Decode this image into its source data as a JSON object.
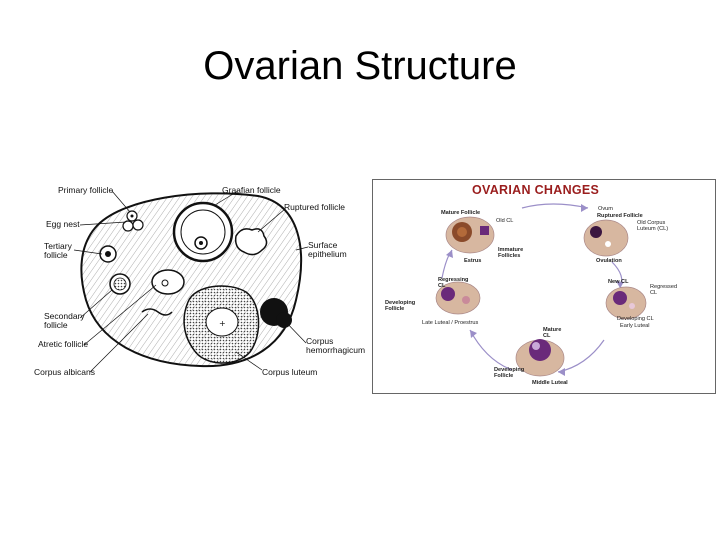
{
  "slide": {
    "title": "Ovarian Structure"
  },
  "left_diagram": {
    "labels": {
      "primary_follicle": "Primary follicle",
      "graafian_follicle": "Graafian follicle",
      "ruptured_follicle": "Ruptured follicle",
      "egg_nest": "Egg nest",
      "tertiary_follicle": "Tertiary follicle",
      "surface_epithelium": "Surface epithelium",
      "secondary_follicle": "Secondary follicle",
      "atretic_follicle": "Atretic follicle",
      "corpus_hemorrhagicum": "Corpus hemorrhagicum",
      "corpus_albicans": "Corpus albicans",
      "corpus_luteum": "Corpus luteum"
    }
  },
  "right_diagram": {
    "title": "OVARIAN CHANGES",
    "labels": {
      "mature_follicle": "Mature Follicle",
      "old_cl": "Old CL",
      "immature_follicles": "Immature Follicles",
      "estrus": "Estrus",
      "ovum": "Ovum",
      "ruptured_follicle": "Ruptured Follicle",
      "old_corpus_luteum": "Old Corpus Luteum (CL)",
      "ovulation": "Ovulation",
      "regressing_cl": "Regressing CL",
      "developing_follicle_left": "Developing Follicle",
      "late_luteal": "Late Luteal / Proestrus",
      "new_cl": "New CL",
      "regressed_cl": "Regressed CL",
      "developing_cl": "Developing CL",
      "early_luteal": "Early Luteal",
      "mature_cl": "Mature CL",
      "developing_follicle_bottom": "Developing Follicle",
      "middle_luteal": "Middle Luteal"
    }
  },
  "colors": {
    "panel_title": "#9a1d1d",
    "cycle_arrow": "#9b8fc8",
    "tissue": "#d7b7a0",
    "follicle_purple": "#6a2a7a",
    "corpus_luteum_dark": "#3b1640"
  }
}
